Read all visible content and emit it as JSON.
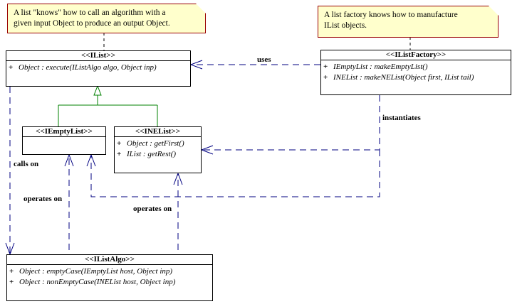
{
  "notes": {
    "ilist_note": {
      "lines": [
        "A list \"knows\" how to call an algorithm with a",
        "given input Object to produce an output Object."
      ]
    },
    "factory_note": {
      "lines": [
        "A list factory knows how to manufacture",
        "IList objects."
      ]
    }
  },
  "classes": {
    "ilist": {
      "title": "<<IList>>",
      "ops": [
        {
          "vis": "+",
          "sig": "Object : execute(IListAlgo algo, Object inp)"
        }
      ]
    },
    "ilistfactory": {
      "title": "<<IListFactory>>",
      "ops": [
        {
          "vis": "+",
          "sig": "IEmptyList : makeEmptyList()"
        },
        {
          "vis": "+",
          "sig": "INEList : makeNEList(Object first, IList tail)"
        }
      ]
    },
    "iemptylist": {
      "title": "<<IEmptyList>>",
      "ops": []
    },
    "inelist": {
      "title": "<<INEList>>",
      "ops": [
        {
          "vis": "+",
          "sig": "Object : getFirst()"
        },
        {
          "vis": "+",
          "sig": "IList : getRest()"
        }
      ]
    },
    "ilistalgo": {
      "title": "<<IListAlgo>>",
      "ops": [
        {
          "vis": "+",
          "sig": "Object : emptyCase(IEmptyList host, Object inp)"
        },
        {
          "vis": "+",
          "sig": "Object : nonEmptyCase(INEList host, Object inp)"
        }
      ]
    }
  },
  "labels": {
    "uses": "uses",
    "instantiates": "instantiates",
    "calls_on": "calls on",
    "operates_on_left": "operates on",
    "operates_on_right": "operates on"
  },
  "colors": {
    "dependency": "#000080",
    "generalization": "#008000",
    "note_fill": "#ffffcc",
    "note_border": "#990000"
  }
}
